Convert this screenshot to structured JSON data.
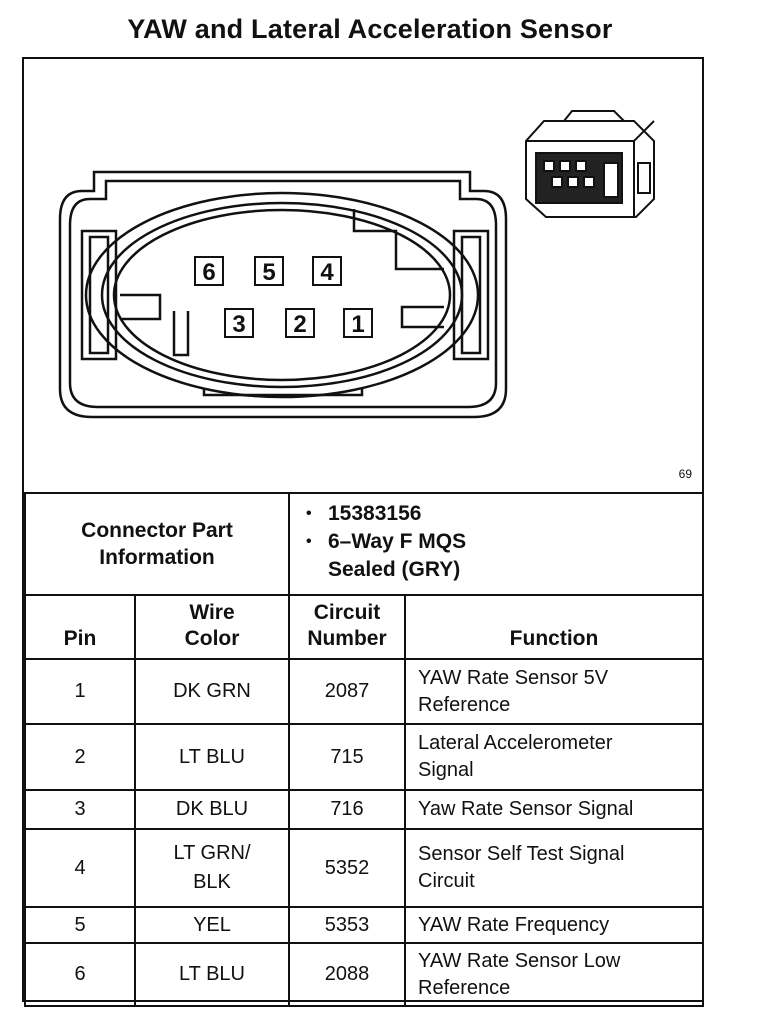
{
  "title": "YAW and Lateral Acceleration Sensor",
  "figure": {
    "pin_labels": [
      "6",
      "5",
      "4",
      "3",
      "2",
      "1"
    ],
    "figure_id": "69"
  },
  "connector_info": {
    "label_line1": "Connector Part",
    "label_line2": "Information",
    "items": [
      "15383156",
      "6–Way F MQS",
      "Sealed (GRY)"
    ]
  },
  "table": {
    "headers": {
      "pin": "Pin",
      "wire_color_line1": "Wire",
      "wire_color_line2": "Color",
      "circuit_line1": "Circuit",
      "circuit_line2": "Number",
      "function": "Function"
    },
    "rows": [
      {
        "pin": "1",
        "color_line1": "DK GRN",
        "color_line2": "",
        "circuit": "2087",
        "function_line1": "YAW Rate Sensor 5V",
        "function_line2": "Reference"
      },
      {
        "pin": "2",
        "color_line1": "LT BLU",
        "color_line2": "",
        "circuit": "715",
        "function_line1": "Lateral Accelerometer",
        "function_line2": "Signal"
      },
      {
        "pin": "3",
        "color_line1": "DK BLU",
        "color_line2": "",
        "circuit": "716",
        "function_line1": "Yaw Rate Sensor Signal",
        "function_line2": ""
      },
      {
        "pin": "4",
        "color_line1": "LT GRN/",
        "color_line2": "BLK",
        "circuit": "5352",
        "function_line1": "Sensor Self Test Signal",
        "function_line2": "Circuit"
      },
      {
        "pin": "5",
        "color_line1": "YEL",
        "color_line2": "",
        "circuit": "5353",
        "function_line1": "YAW Rate Frequency",
        "function_line2": ""
      },
      {
        "pin": "6",
        "color_line1": "LT BLU",
        "color_line2": "",
        "circuit": "2088",
        "function_line1": "YAW Rate Sensor Low",
        "function_line2": "Reference"
      }
    ]
  }
}
